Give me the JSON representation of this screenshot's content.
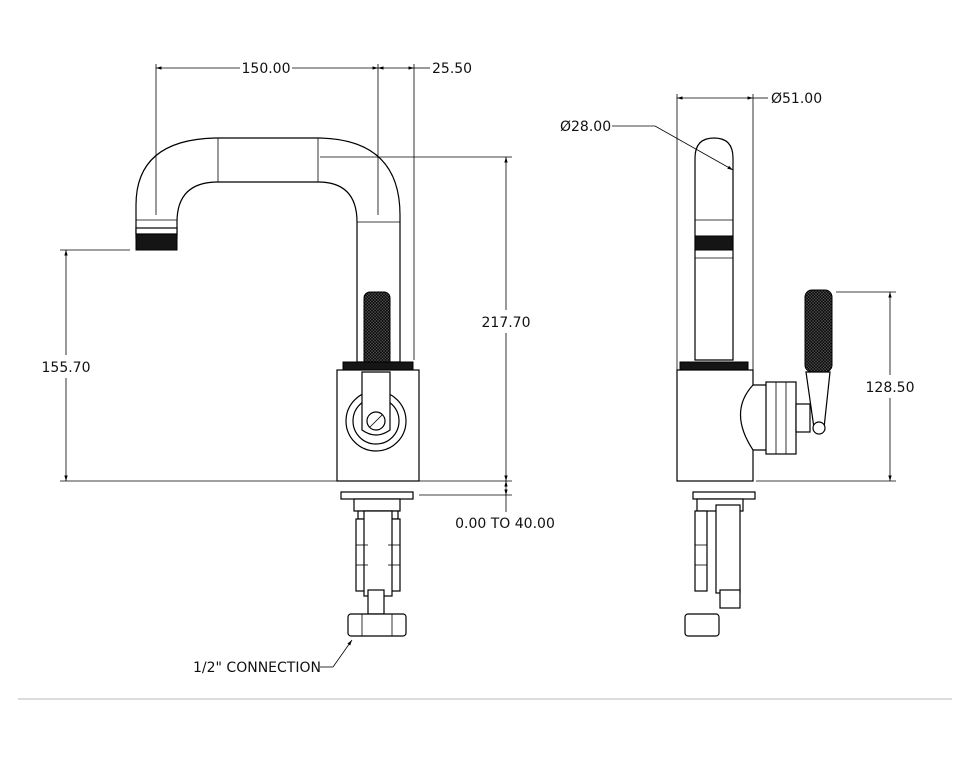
{
  "drawing": {
    "dimensions": {
      "spout_reach": "150.00",
      "offset": "25.50",
      "spout_height": "155.70",
      "overall_height": "217.70",
      "deck_thickness": "0.00 TO 40.00",
      "spout_diameter": "Ø28.00",
      "body_diameter": "Ø51.00",
      "lever_height": "128.50"
    },
    "notes": {
      "connection": "1/2\" CONNECTION"
    }
  }
}
